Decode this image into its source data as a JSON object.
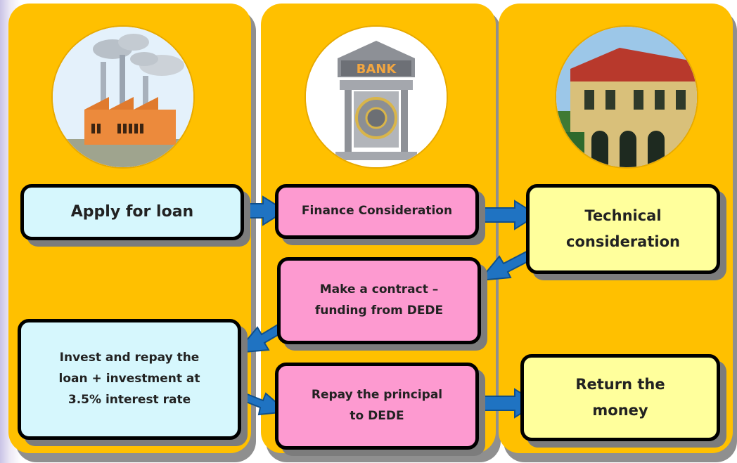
{
  "colors": {
    "column": "#ffc000",
    "cyan_box": "#d6f7fd",
    "pink_box": "#fd9ad0",
    "yellow_box": "#ffff9c",
    "arrow": "#1f73c2"
  },
  "columns": [
    {
      "icon": "factory-icon"
    },
    {
      "icon": "bank-vault-icon",
      "icon_text": "BANK"
    },
    {
      "icon": "government-building-icon"
    }
  ],
  "steps": {
    "apply_loan": "Apply for loan",
    "finance_consideration": "Finance Consideration",
    "technical_consideration": "Technical\nconsideration",
    "make_contract": "Make a contract –\nfunding from DEDE",
    "invest_repay": "Invest and repay the\nloan + investment at\n3.5% interest rate",
    "repay_principal": "Repay the principal\nto DEDE",
    "return_money": "Return the\nmoney"
  }
}
